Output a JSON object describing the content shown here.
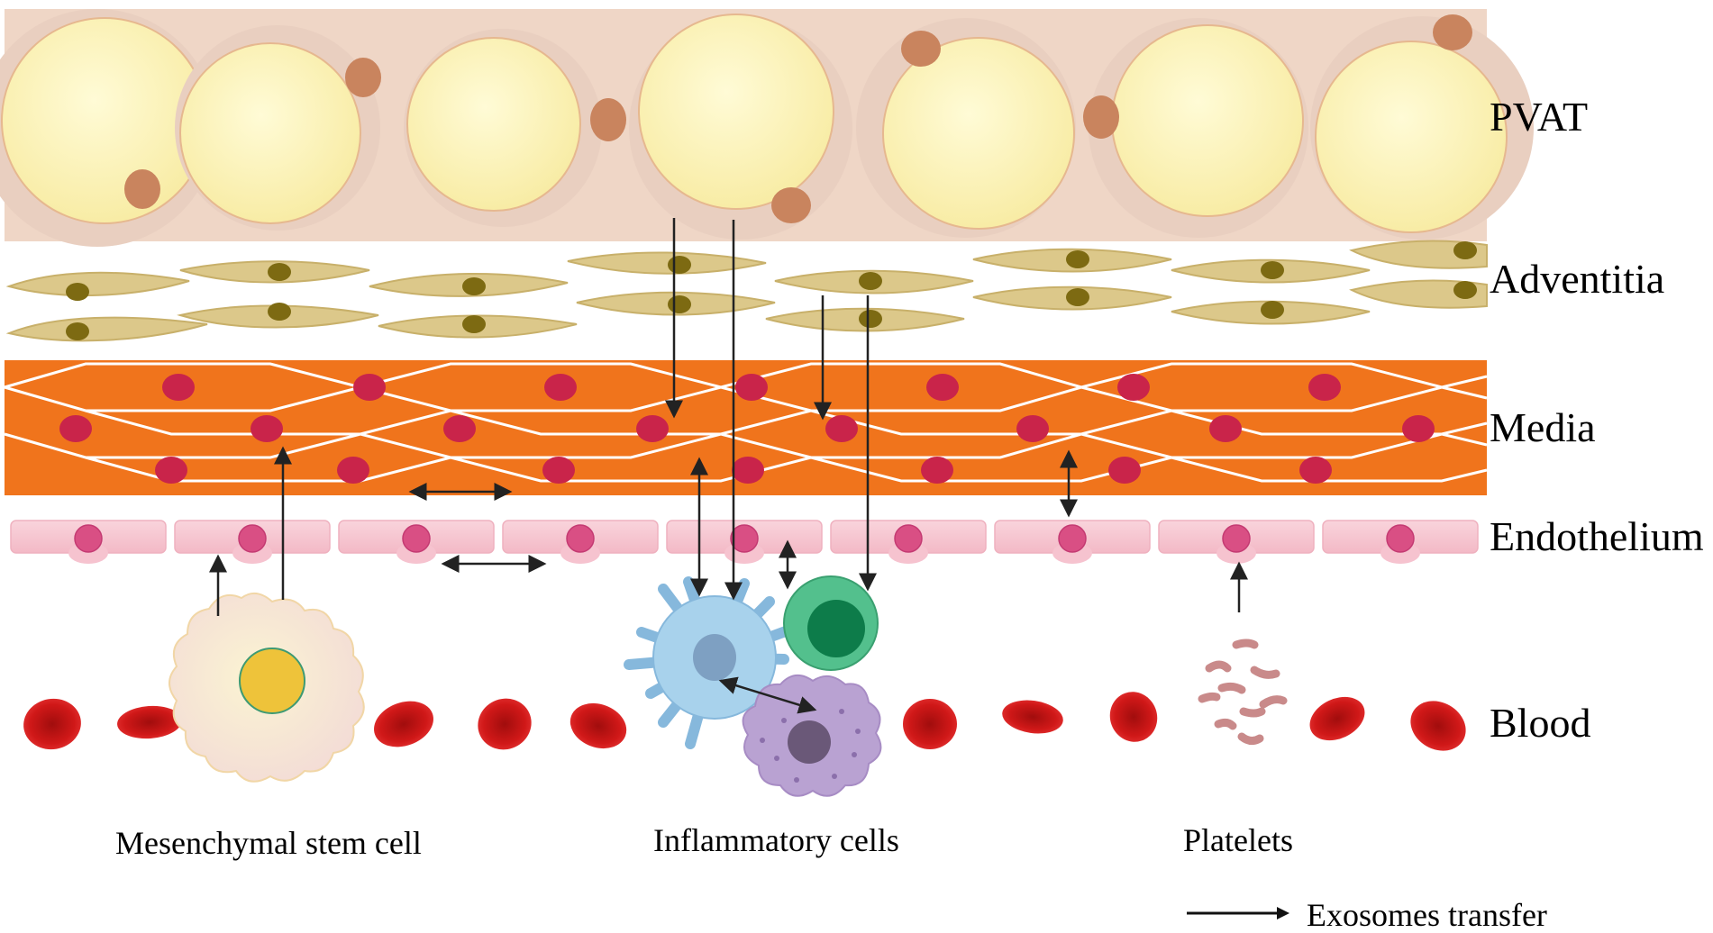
{
  "layers": {
    "pvat": "PVAT",
    "adventitia": "Adventitia",
    "media": "Media",
    "endothelium": "Endothelium",
    "blood": "Blood"
  },
  "cells": {
    "msc": "Mesenchymal stem cell",
    "inflammatory": "Inflammatory cells",
    "platelets": "Platelets"
  },
  "legend": {
    "exosomes": "Exosomes transfer"
  },
  "colors": {
    "adipocyte_fill": "#fbf1b4",
    "adipocyte_rim": "#e9cfc0",
    "adipocyte_nucleus": "#c9845e",
    "fibroblast": "#dcc88a",
    "fibroblast_nucleus": "#7d6a12",
    "smooth_muscle": "#f0741c",
    "smooth_muscle_nucleus": "#c9244a",
    "endothelium": "#f6c3cf",
    "endothelium_nucleus": "#d94f84",
    "red_blood_cell": "#d01818",
    "platelet": "#c98a8a",
    "monocyte": "#9ec9e6",
    "lymphocyte": "#2aa773",
    "macrophage": "#b9a2d2",
    "msc": "#f8f0c6"
  }
}
